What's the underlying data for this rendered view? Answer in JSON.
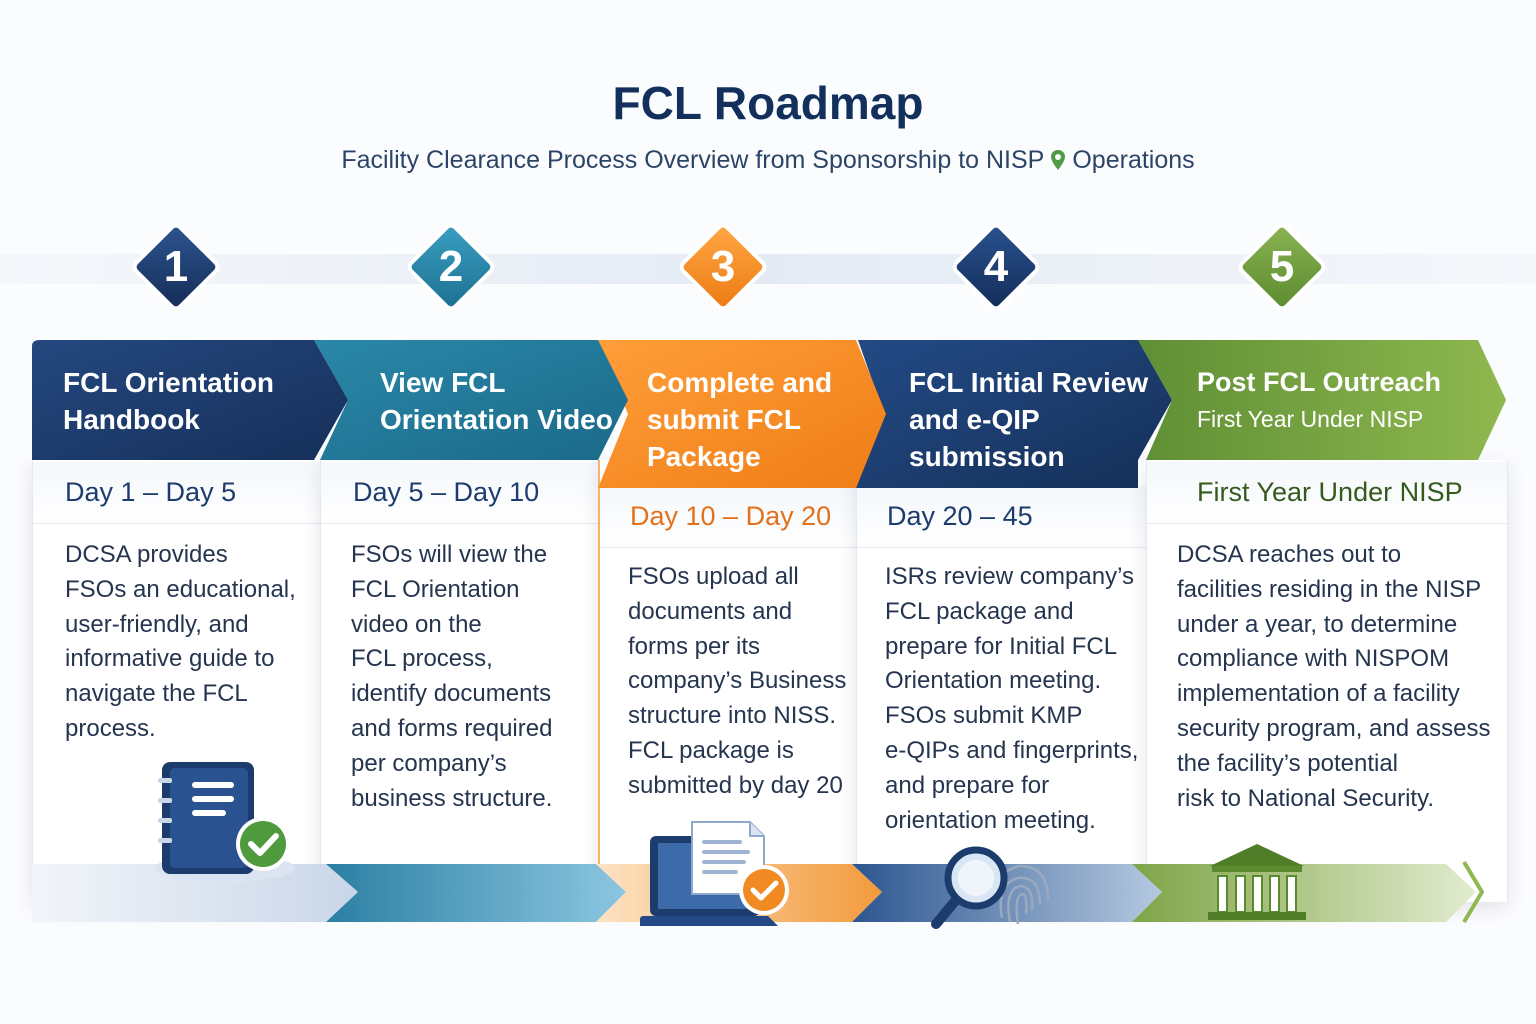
{
  "header": {
    "title": "FCL Roadmap",
    "subtitle_before_pin": "Facility Clearance Process Overview from Sponsorship to NISP",
    "subtitle_after_pin": "Operations"
  },
  "colors": {
    "navy": "#1d3c6e",
    "teal": "#237f9e",
    "orange": "#f28a23",
    "dark_blue": "#1b3d70",
    "green": "#6e9a3a"
  },
  "steps": [
    {
      "number": "1",
      "title_lines": [
        "FCL Orientation",
        "Handbook"
      ],
      "period": "Day 1 – Day 5",
      "description_lines": [
        "DCSA provides",
        "FSOs an educational,",
        "user-friendly, and",
        "informative guide to",
        "navigate the FCL",
        "process."
      ],
      "icon": "handbook-check-icon"
    },
    {
      "number": "2",
      "title_lines": [
        "View FCL",
        "Orientation Video"
      ],
      "period": "Day 5 – Day 10",
      "description_lines": [
        "FSOs will view the",
        "FCL Orientation",
        "video on the",
        "FCL process,",
        "identify documents",
        "and forms required",
        "per company’s",
        "business structure."
      ],
      "icon": ""
    },
    {
      "number": "3",
      "title_lines": [
        "Complete and",
        "submit FCL",
        "Package"
      ],
      "period": "Day 10 – Day 20",
      "description_lines": [
        "FSOs upload all",
        "documents and",
        "forms per its",
        "company’s Business",
        "structure into NISS.",
        "FCL package is",
        "submitted by day 20"
      ],
      "icon": "laptop-document-check-icon"
    },
    {
      "number": "4",
      "title_lines": [
        "FCL Initial Review",
        "and e-QIP",
        "submission"
      ],
      "period": "Day 20 – 45",
      "description_lines": [
        "ISRs review company’s",
        "FCL package and",
        "prepare for Initial FCL",
        "Orientation meeting.",
        "FSOs submit KMP",
        "e-QIPs and fingerprints,",
        "and prepare for",
        "orientation meeting."
      ],
      "icon": "magnifier-fingerprint-icon"
    },
    {
      "number": "5",
      "title_lines": [
        "Post FCL Outreach",
        "First Year Under NISP"
      ],
      "period": "First Year Under NISP",
      "description_lines": [
        "DCSA reaches out to",
        "facilities residing in the NISP",
        "under a year, to determine",
        "compliance with NISPOM",
        "implementation of a facility",
        "security program, and assess",
        "the facility’s potential",
        "risk to National Security."
      ],
      "icon": "government-building-icon"
    }
  ]
}
